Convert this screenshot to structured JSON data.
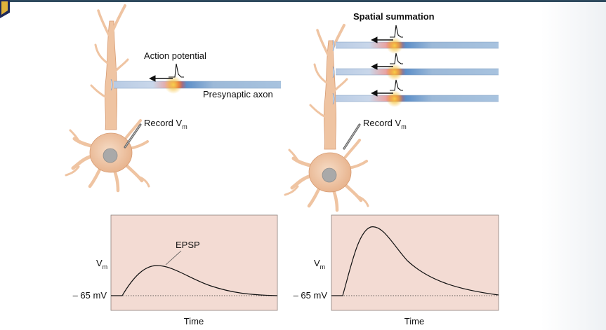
{
  "left_panel": {
    "action_potential_label": "Action potential",
    "axon_label": "Presynaptic axon",
    "record_label": "Record V",
    "record_subscript": "m"
  },
  "right_panel": {
    "title": "Spatial summation",
    "record_label": "Record V",
    "record_subscript": "m"
  },
  "left_graph": {
    "y_label": "V",
    "y_label_subscript": "m",
    "baseline_label": "– 65 mV",
    "x_label": "Time",
    "trace_label": "EPSP"
  },
  "right_graph": {
    "y_label": "V",
    "y_label_subscript": "m",
    "baseline_label": "– 65 mV",
    "x_label": "Time"
  },
  "colors": {
    "graph_fill": "#f3dbd3",
    "neuron_fill": "#efc4a2",
    "axon_blue": "#9cb9d8",
    "axon_hot": "#e5483a",
    "glow": "#f7d64a",
    "header_bar": "#2e4a5e",
    "badge": "#1f2a5a"
  }
}
